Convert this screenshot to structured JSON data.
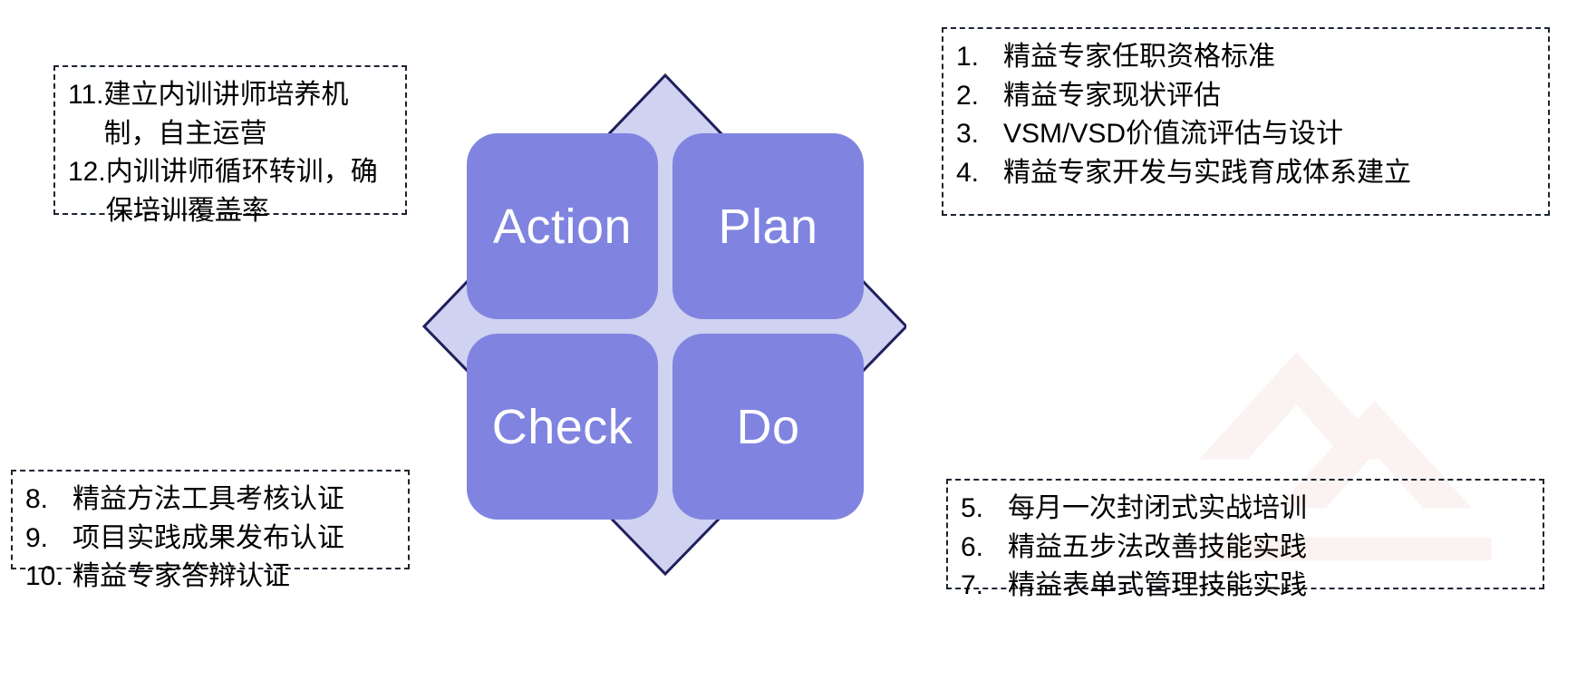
{
  "diagram": {
    "type": "pdca-cycle",
    "colors": {
      "quadrant_fill": "#8084E0",
      "quadrant_text": "#FFFFFF",
      "diamond_fill": "#CFD2F0",
      "diamond_stroke": "#1F1F5C",
      "note_border": "#1B2430",
      "note_text": "#000000",
      "background": "#FFFFFF"
    },
    "quadrants": [
      {
        "id": "action",
        "label": "Action",
        "position": "top-left"
      },
      {
        "id": "plan",
        "label": "Plan",
        "position": "top-right"
      },
      {
        "id": "check",
        "label": "Check",
        "position": "bottom-left"
      },
      {
        "id": "do",
        "label": "Do",
        "position": "bottom-right"
      }
    ]
  },
  "notes": {
    "top_right": {
      "linked_quadrant": "Plan",
      "items": [
        {
          "num": "1.",
          "text": "精益专家任职资格标准"
        },
        {
          "num": "2.",
          "text": "精益专家现状评估"
        },
        {
          "num": "3.",
          "text": "VSM/VSD价值流评估与设计"
        },
        {
          "num": "4.",
          "text": "精益专家开发与实践育成体系建立"
        }
      ]
    },
    "bottom_right": {
      "linked_quadrant": "Do",
      "items": [
        {
          "num": "5.",
          "text": "每月一次封闭式实战培训"
        },
        {
          "num": "6.",
          "text": "精益五步法改善技能实践"
        },
        {
          "num": "7.",
          "text": "精益表单式管理技能实践"
        }
      ]
    },
    "bottom_left": {
      "linked_quadrant": "Check",
      "items": [
        {
          "num": "8.",
          "text": "精益方法工具考核认证"
        },
        {
          "num": "9.",
          "text": "项目实践成果发布认证"
        },
        {
          "num": "10.",
          "text": "精益专家答辩认证"
        }
      ]
    },
    "top_left": {
      "linked_quadrant": "Action",
      "items": [
        {
          "num": "11.",
          "text": "建立内训讲师培养机制，自主运营"
        },
        {
          "num": "12.",
          "text": "内训讲师循环转训，确保培训覆盖率"
        }
      ]
    }
  }
}
